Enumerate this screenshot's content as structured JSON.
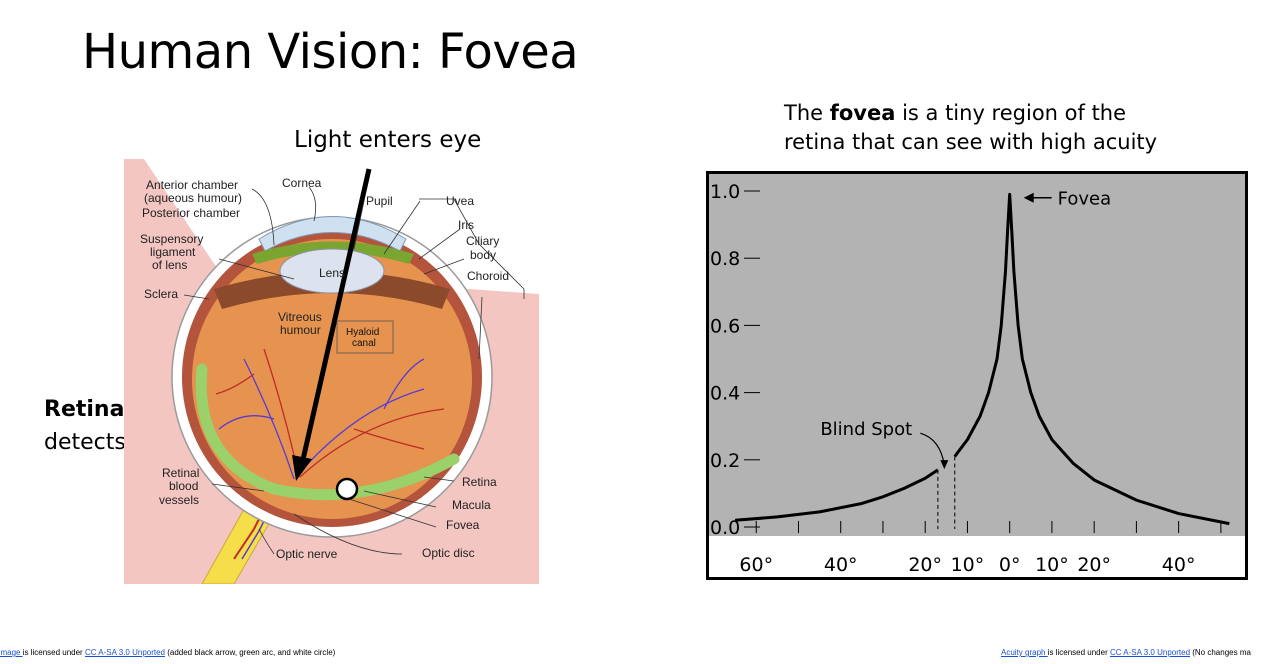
{
  "slide": {
    "title": "Human Vision: Fovea",
    "light_label": "Light enters eye",
    "retina_caption_bold": "Retina",
    "retina_caption_text": "detects light",
    "fovea_caption_pre": "The ",
    "fovea_caption_bold": "fovea",
    "fovea_caption_post": " is a tiny region of the",
    "fovea_caption_line2": "retina that can see with high acuity"
  },
  "eye_diagram": {
    "labels": {
      "anterior_1": "Anterior chamber",
      "anterior_2": "(aqueous humour)",
      "posterior": "Posterior chamber",
      "cornea": "Cornea",
      "pupil": "Pupil",
      "uvea": "Uvea",
      "iris": "Iris",
      "ciliary_1": "Ciliary",
      "ciliary_2": "body",
      "choroid": "Choroid",
      "suspensory_1": "Suspensory",
      "suspensory_2": "ligament",
      "suspensory_3": "of lens",
      "lens": "Lens",
      "sclera": "Sclera",
      "vitreous_1": "Vitreous",
      "vitreous_2": "humour",
      "hyaloid_1": "Hyaloid",
      "hyaloid_2": "canal",
      "retinal_vessels_1": "Retinal",
      "retinal_vessels_2": "blood",
      "retinal_vessels_3": "vessels",
      "retina": "Retina",
      "macula": "Macula",
      "fovea": "Fovea",
      "optic_nerve": "Optic nerve",
      "optic_disc": "Optic disc"
    }
  },
  "chart_data": {
    "type": "line",
    "title": "",
    "xlabel": "",
    "ylabel": "",
    "ylim": [
      0.0,
      1.0
    ],
    "yticks": [
      "0.0",
      "0.2",
      "0.4",
      "0.6",
      "0.8",
      "1.0"
    ],
    "xtick_labels": [
      "60°",
      "40°",
      "20°",
      "10°",
      "0°",
      "10°",
      "20°",
      "40°"
    ],
    "xticks_deg": [
      -60,
      -40,
      -20,
      -10,
      0,
      10,
      20,
      40
    ],
    "xlim_deg": [
      -70,
      55
    ],
    "annotations": {
      "fovea": "Fovea",
      "blind_spot": "Blind Spot"
    },
    "blind_spot_deg": [
      -17,
      -13
    ],
    "series": [
      {
        "x": [
          -65,
          -55,
          -45,
          -35,
          -30,
          -25,
          -20,
          -17
        ],
        "y": [
          0.02,
          0.03,
          0.045,
          0.07,
          0.09,
          0.115,
          0.145,
          0.17
        ]
      },
      {
        "x": [
          -13,
          -10,
          -7,
          -5,
          -3,
          -2,
          -1,
          -0.5,
          0,
          0.5,
          1,
          2,
          3,
          5,
          7,
          10,
          15,
          20,
          30,
          40,
          52
        ],
        "y": [
          0.21,
          0.26,
          0.33,
          0.4,
          0.5,
          0.6,
          0.76,
          0.88,
          0.99,
          0.88,
          0.76,
          0.6,
          0.5,
          0.4,
          0.33,
          0.26,
          0.19,
          0.14,
          0.08,
          0.04,
          0.01
        ]
      }
    ],
    "background": "#b3b3b3"
  },
  "credits": {
    "left_link": "e image ",
    "left_mid": "is licensed under ",
    "left_license": "CC A-SA 3.0 Unported",
    "left_post": " (added black arrow, green arc, and white circle)",
    "right_link": "Acuity graph ",
    "right_mid": "is licensed under ",
    "right_license": "CC A-SA 3.0 Unported",
    "right_post": " (No changes ma"
  }
}
